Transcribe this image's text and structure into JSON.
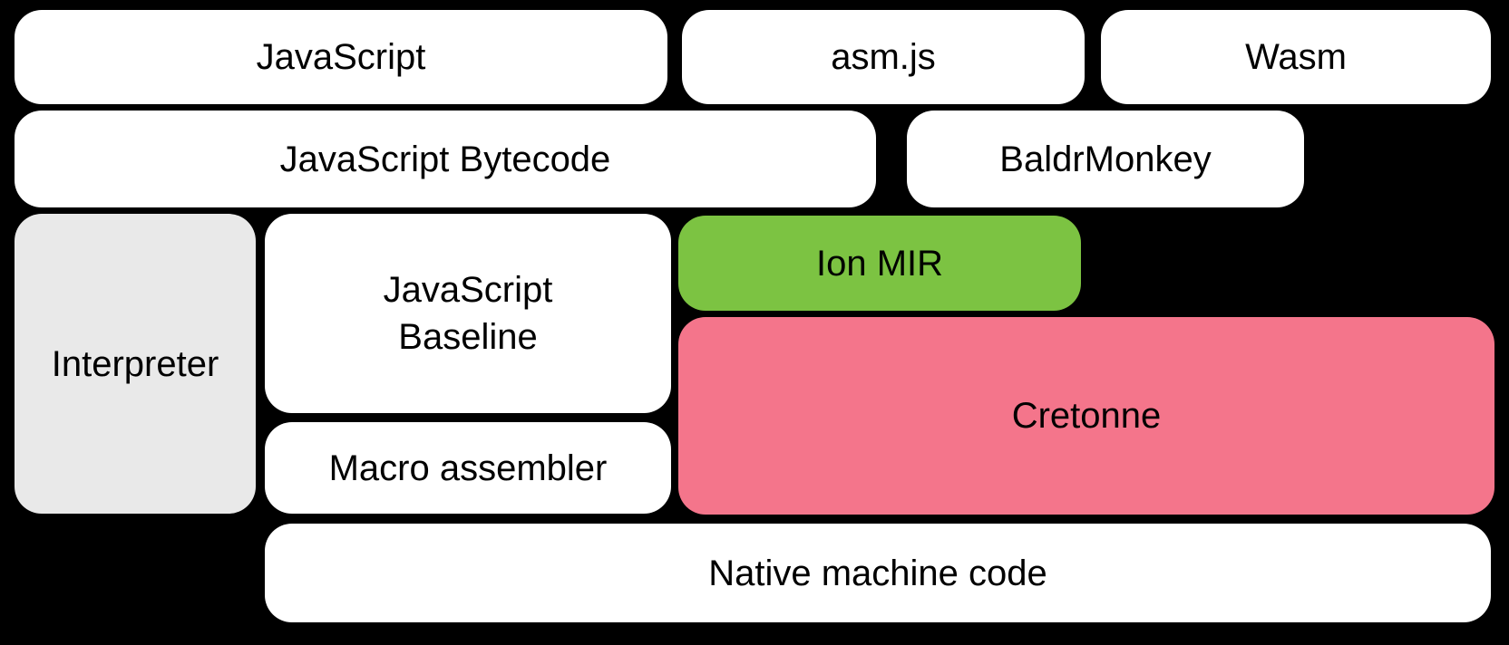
{
  "diagram": {
    "colors": {
      "background": "#000000",
      "default_box": "#ffffff",
      "interpreter_box": "#e9e9e9",
      "ion_mir_box": "#7cc342",
      "cretonne_box": "#f4758b",
      "text": "#000000"
    },
    "boxes": [
      {
        "name": "javascript",
        "label": "JavaScript"
      },
      {
        "name": "asm-js",
        "label": "asm.js"
      },
      {
        "name": "wasm",
        "label": "Wasm"
      },
      {
        "name": "javascript-bytecode",
        "label": "JavaScript Bytecode"
      },
      {
        "name": "baldrmonkey",
        "label": "BaldrMonkey"
      },
      {
        "name": "interpreter",
        "label": "Interpreter"
      },
      {
        "name": "javascript-baseline",
        "label": "JavaScript Baseline"
      },
      {
        "name": "ion-mir",
        "label": "Ion MIR"
      },
      {
        "name": "cretonne",
        "label": "Cretonne"
      },
      {
        "name": "macro-assembler",
        "label": "Macro assembler"
      },
      {
        "name": "native-machine-code",
        "label": "Native machine code"
      }
    ]
  }
}
